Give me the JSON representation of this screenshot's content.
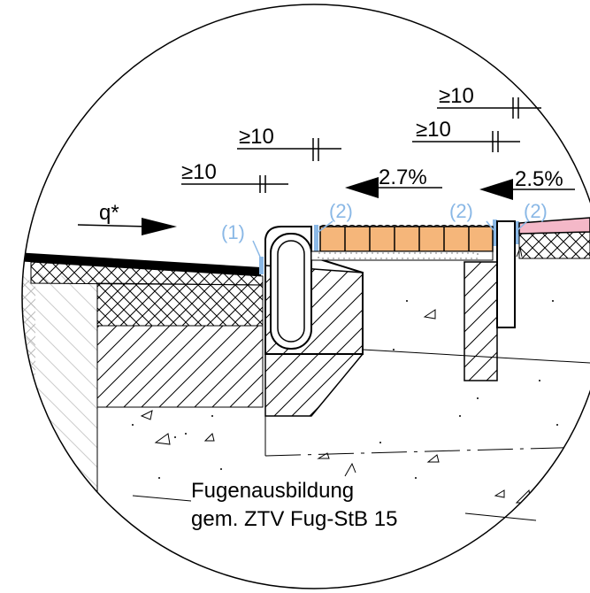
{
  "dimensions": {
    "left": "≥10",
    "middle": "≥10",
    "right_lower": "≥10",
    "right_upper": "≥10"
  },
  "load_label": "q*",
  "slopes": {
    "left": "2.7%",
    "right": "2.5%"
  },
  "joint_markers": {
    "one": "(1)",
    "two_a": "(2)",
    "two_b": "(2)",
    "two_c": "(2)"
  },
  "caption": {
    "line1": "Fugenausbildung",
    "line2": "gem. ZTV Fug-StB 15"
  },
  "colors": {
    "joint_blue": "#8ab8e6",
    "paver_orange": "#f5b67a",
    "pink_surface": "#f4b8c8",
    "asphalt": "#000000",
    "line": "#000000"
  }
}
